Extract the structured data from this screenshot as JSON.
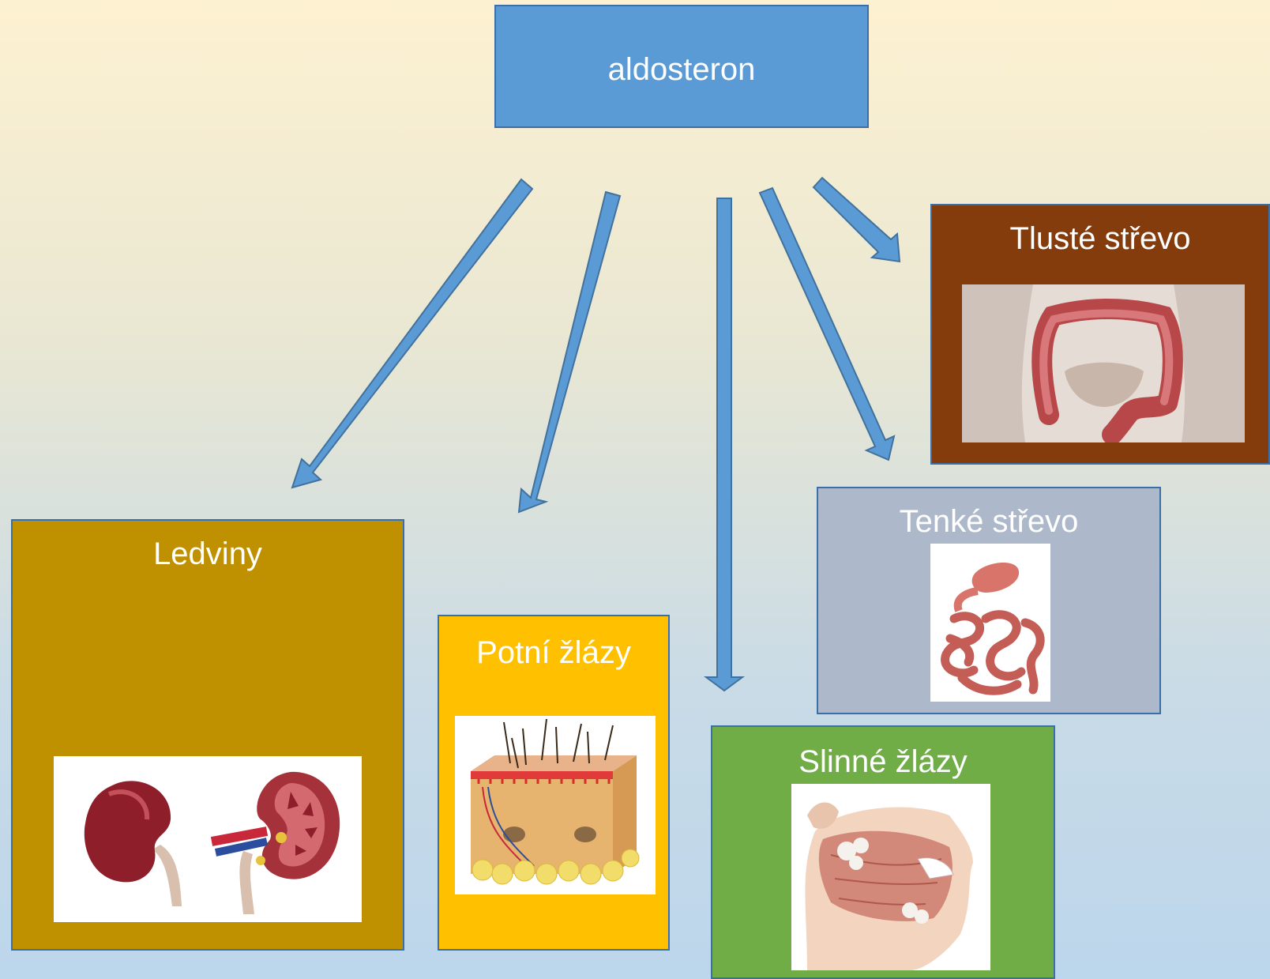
{
  "hormone": {
    "label": "aldosteron"
  },
  "targets": {
    "kidney": {
      "label": "Ledviny",
      "icon": "kidney-icon"
    },
    "sweat": {
      "label": "Potní žlázy",
      "icon": "skin-cross-section-icon"
    },
    "salivary": {
      "label": "Slinné žlázy",
      "icon": "salivary-gland-icon"
    },
    "small_intestine": {
      "label": "Tenké střevo",
      "icon": "small-intestine-icon"
    },
    "large_intestine": {
      "label": "Tlusté střevo",
      "icon": "large-intestine-icon"
    }
  },
  "colors": {
    "hormone_box": "#5b9bd5",
    "kidney_box": "#bf9000",
    "sweat_box": "#ffc000",
    "salivary_box": "#70ad47",
    "small_intestine_box": "#adb9ca",
    "large_intestine_box": "#843c0c",
    "arrow": "#5b9bd5"
  }
}
